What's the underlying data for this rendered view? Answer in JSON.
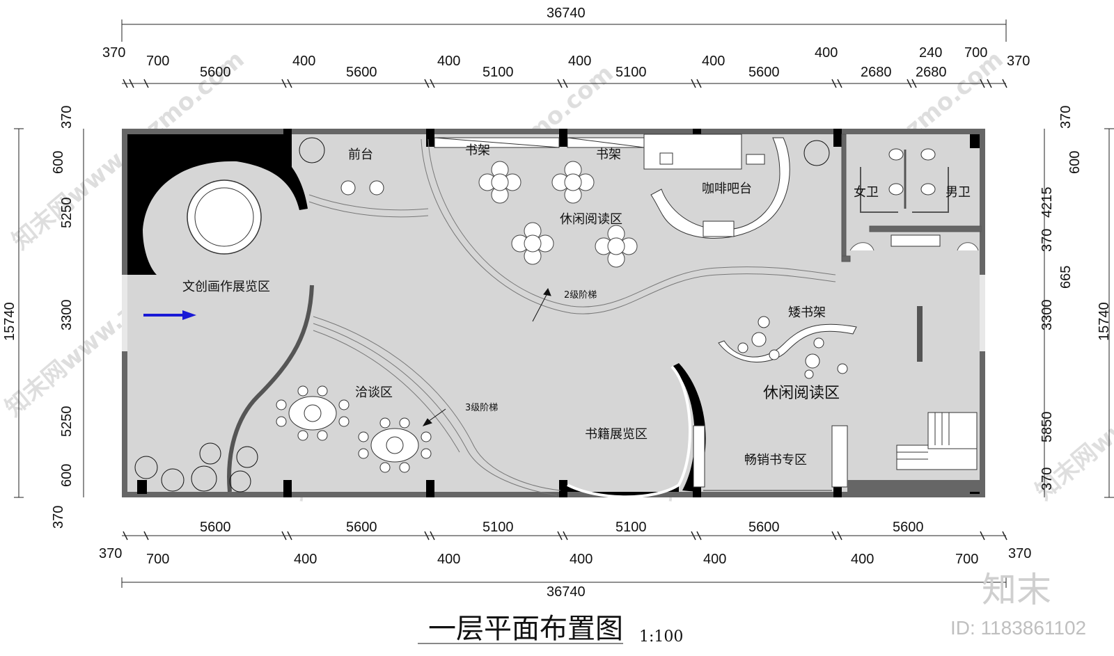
{
  "plan": {
    "title": "一层平面布置图",
    "scale": "1:100",
    "overall_width": "36740",
    "overall_height": "15740",
    "id_label": "ID: 1183861102",
    "brand": "知末",
    "watermark": "知末网www.znzmo.com"
  },
  "dims": {
    "top_upper": [
      "370",
      "700",
      "5600",
      "400",
      "5600",
      "400",
      "5100",
      "400",
      "5100",
      "400",
      "5600",
      "400",
      "2680",
      "240",
      "2680",
      "700",
      "370"
    ],
    "bottom": [
      "5600",
      "5600",
      "5100",
      "5100",
      "5600",
      "5600"
    ],
    "bottom_lower": [
      "370",
      "700",
      "400",
      "400",
      "400",
      "400",
      "400",
      "700",
      "370"
    ],
    "left": [
      "370",
      "600",
      "5250",
      "3300",
      "5250",
      "600",
      "370"
    ],
    "right": [
      "370",
      "600",
      "4215",
      "370",
      "665",
      "3300",
      "5850",
      "370"
    ]
  },
  "rooms": {
    "reception": "前台",
    "shelf1": "书架",
    "shelf2": "书架",
    "cafe": "咖啡吧台",
    "women": "女卫",
    "men": "男卫",
    "reading1": "休闲阅读区",
    "exhibit": "文创画作展览区",
    "stair2": "2级阶梯",
    "low_shelf": "矮书架",
    "reading2": "休闲阅读区",
    "meeting": "洽谈区",
    "stair3": "3级阶梯",
    "books": "书籍展览区",
    "bestseller": "畅销书专区"
  },
  "colors": {
    "floor": "#d6d6d6",
    "wall": "#666666",
    "column": "#000000",
    "arrow": "#1a1ad6"
  }
}
